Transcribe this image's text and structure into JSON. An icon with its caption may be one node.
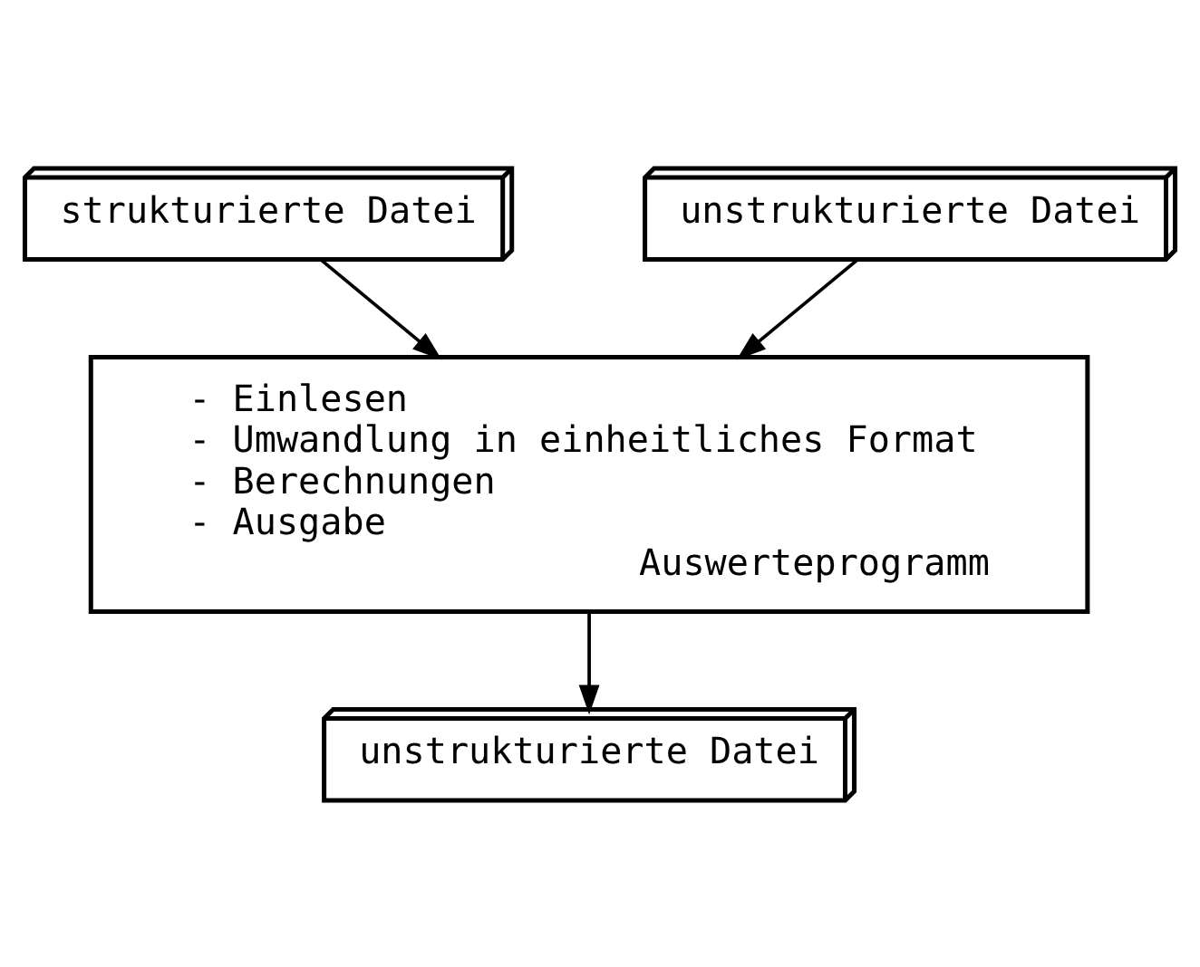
{
  "diagram": {
    "nodes": [
      {
        "text": [
          "strukturierte Datei"
        ]
      },
      {
        "text": [
          "unstrukturierte Datei"
        ]
      },
      {
        "text": [
          "- Einlesen",
          "- Umwandlung in einheitliches Format",
          "- Berechnungen",
          "- Ausgabe",
          "Auswerteprogramm"
        ]
      },
      {
        "text": [
          "unstrukturierte Datei"
        ]
      }
    ],
    "edges": [
      {
        "from": 0,
        "to": 2,
        "arrow": "to"
      },
      {
        "from": 1,
        "to": 2,
        "arrow": "to"
      },
      {
        "from": 2,
        "to": 3,
        "arrow": "to"
      }
    ]
  }
}
